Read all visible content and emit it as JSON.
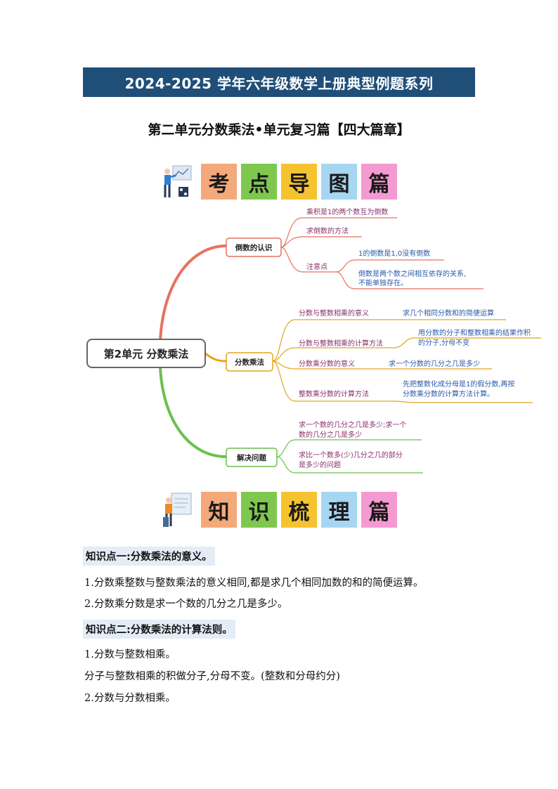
{
  "header": {
    "series_title": "2024-2025 学年六年级数学上册典型例题系列",
    "unit_title": "第二单元分数乘法•单元复习篇【四大篇章】"
  },
  "tiles_top": [
    "考",
    "点",
    "导",
    "图",
    "篇"
  ],
  "tiles_mid": [
    "知",
    "识",
    "梳",
    "理",
    "篇"
  ],
  "tile_colors": [
    "#f4a97a",
    "#7ec850",
    "#f6c330",
    "#a7d6f2",
    "#f49ad2"
  ],
  "mindmap": {
    "root": "第2单元  分数乘法",
    "branch1": {
      "label": "倒数的认识",
      "items": [
        "乘积是1的两个数互为倒数",
        "求倒数的方法",
        "注意点"
      ],
      "notes": [
        "1的倒数是1,0没有倒数",
        "倒数是两个数之间相互依存的关系,",
        "不能单独存在。"
      ]
    },
    "branch2": {
      "label": "分数乘法",
      "items": [
        "分数与整数相乘的意义",
        "分数与整数相乘的计算方法",
        "分数乘分数的意义",
        "整数乘分数的计算方法"
      ],
      "details": [
        "求几个相同分数和的简便运算",
        "用分数的分子和整数相乘的结果作积",
        "的分子,分母不变",
        "求一个分数的几分之几是多少",
        "先把整数化成分母是1的假分数,再按",
        "分数乘分数的计算方法计算。"
      ]
    },
    "branch3": {
      "label": "解决问题",
      "items": [
        "求一个数的几分之几是多少;求一个",
        "数的几分之几是多少",
        "求比一个数多(少)几分之几的部分",
        "是多少的问题"
      ]
    }
  },
  "knowledge": {
    "point1_title": "知识点一:分数乘法的意义。",
    "point1_line1": "1.分数乘整数与整数乘法的意义相同,都是求几个相同加数的和的简便运算。",
    "point1_line2": "2.分数乘分数是求一个数的几分之几是多少。",
    "point2_title": "知识点二:分数乘法的计算法则。",
    "point2_line1": "1.分数与整数相乘。",
    "point2_line2": "分子与整数相乘的积做分子,分母不变。(整数和分母约分)",
    "point2_line3": "2.分数与分数相乘。"
  },
  "colors": {
    "banner": "#1f4e79",
    "branch1": "#e8725e",
    "branch2": "#e5a41b",
    "branch3": "#6cbf4f",
    "mm_text": "#8a2f6b",
    "mm_note": "#2a5aa8"
  }
}
